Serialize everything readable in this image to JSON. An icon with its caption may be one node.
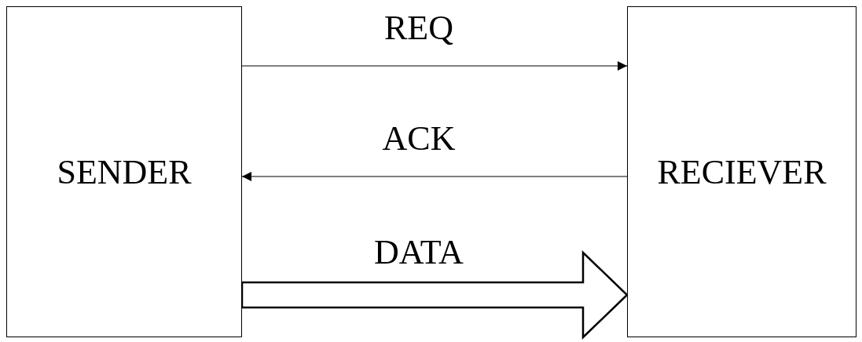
{
  "diagram": {
    "nodes": [
      {
        "text": [
          "SENDER"
        ]
      },
      {
        "text": [
          "RECIEVER"
        ]
      }
    ],
    "edges": [
      {
        "from": 0,
        "to": 1,
        "arrow": "to",
        "label": "REQ"
      },
      {
        "from": 1,
        "to": 0,
        "arrow": "to",
        "label": "ACK"
      },
      {
        "from": 0,
        "to": 1,
        "arrow": "to",
        "label": "DATA",
        "style": "thick"
      }
    ]
  }
}
